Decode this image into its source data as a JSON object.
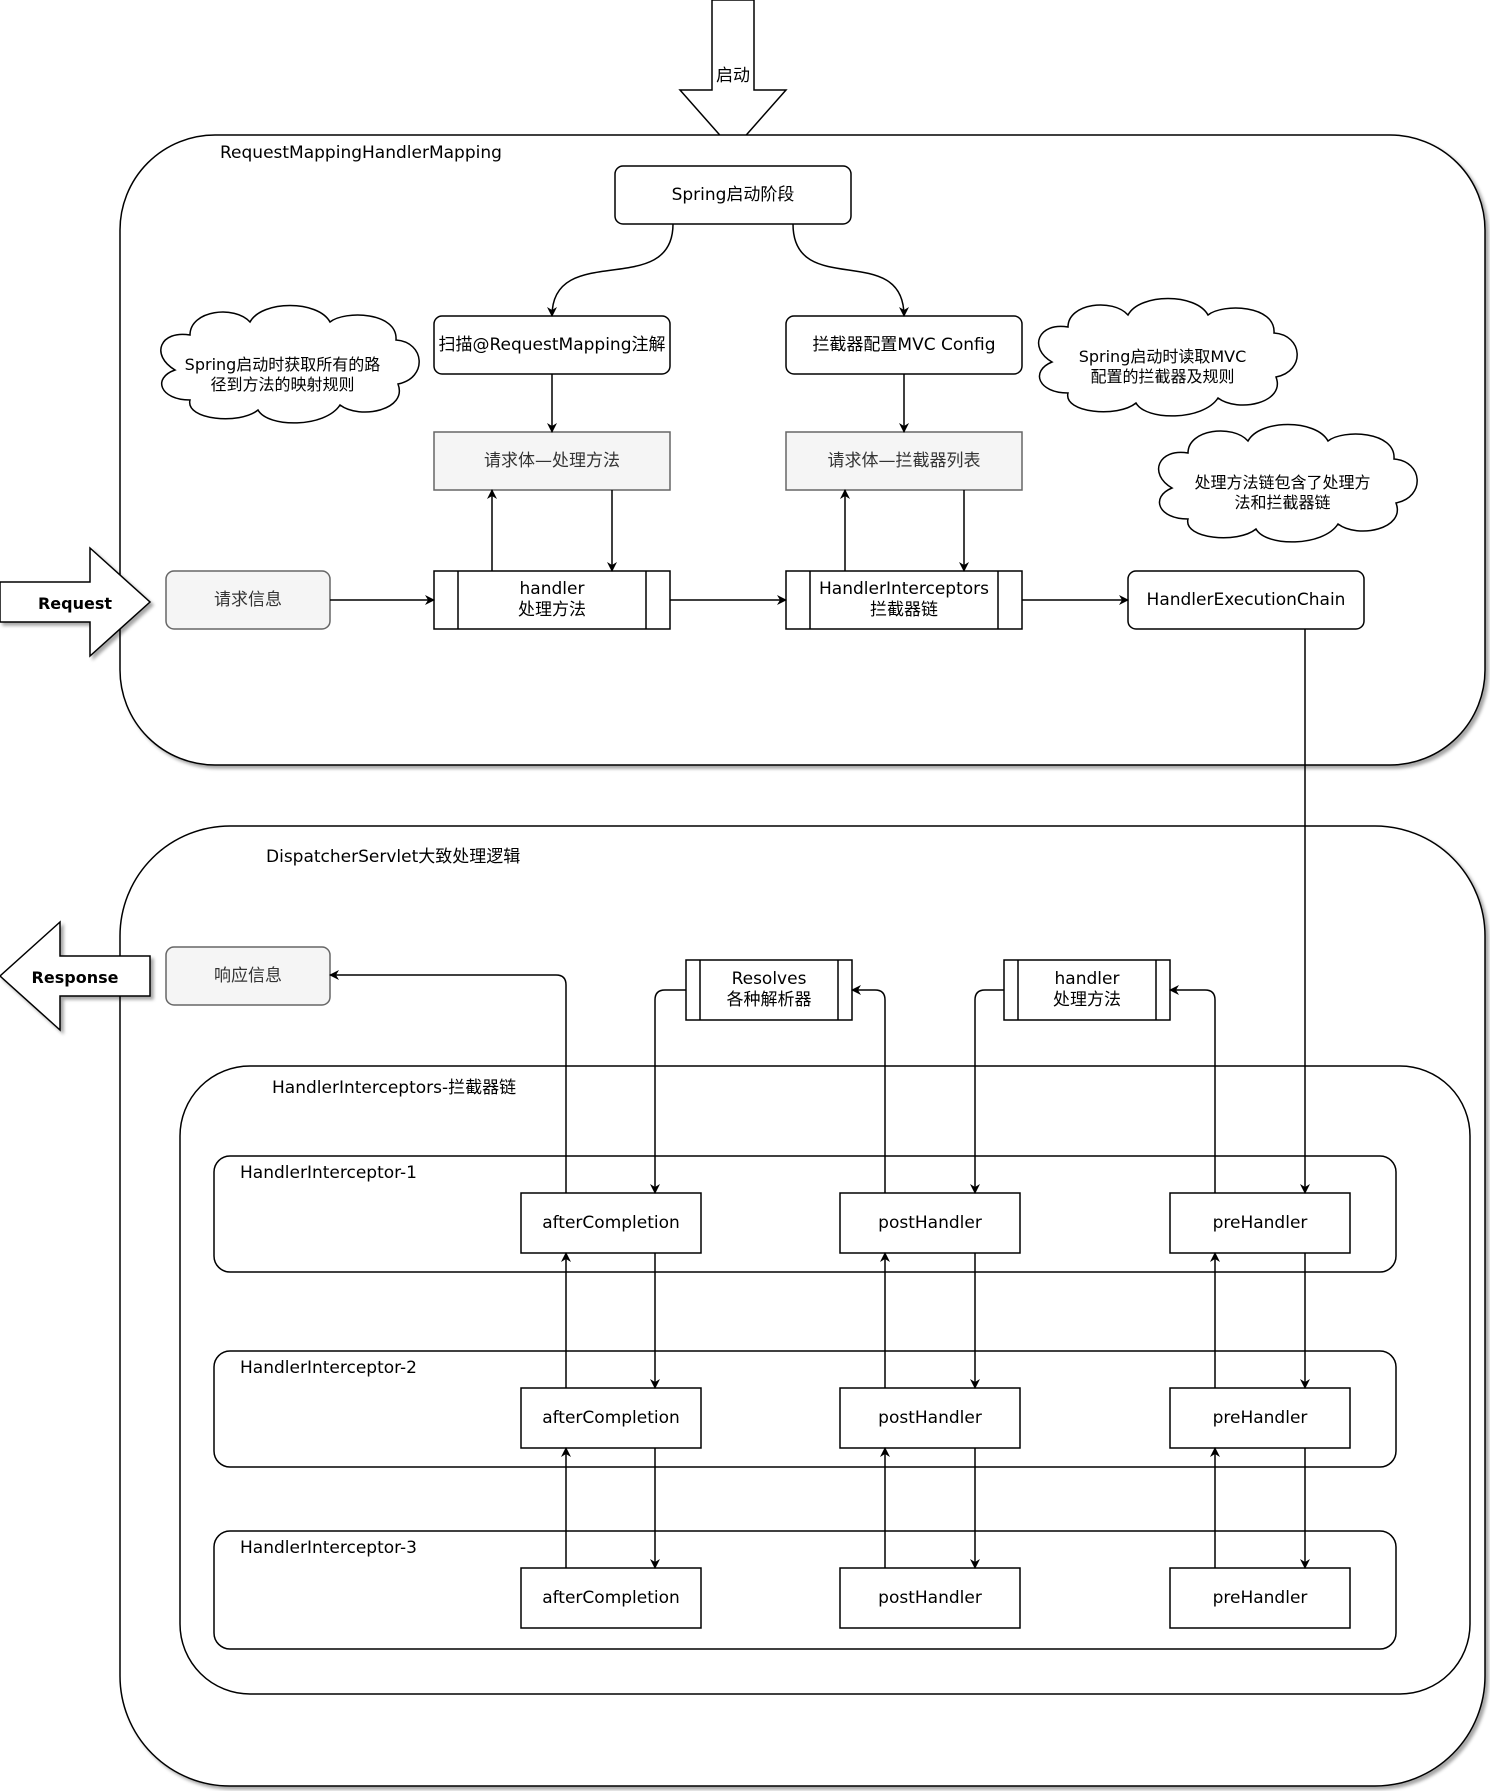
{
  "diagram": {
    "start_label": "启动",
    "top_container_title": "RequestMappingHandlerMapping",
    "spring_start": "Spring启动阶段",
    "scan_annotations": "扫描@RequestMapping注解",
    "interceptor_config": "拦截器配置MVC Config",
    "req_to_method": "请求体—处理方法",
    "req_to_interceptors": "请求体—拦截器列表",
    "request_info": "请求信息",
    "handler_method_top": "handler\n处理方法",
    "handler_interceptors_chain": "HandlerInterceptors\n拦截器链",
    "handler_execution_chain": "HandlerExecutionChain",
    "cloud_left": "Spring启动时获取所有的路\n径到方法的映射规则",
    "cloud_right": "Spring启动时读取MVC\n配置的拦截器及规则",
    "cloud_chain": "处理方法链包含了处理方\n法和拦截器链",
    "request_arrow": "Request",
    "response_arrow": "Response",
    "bottom_container_title": "DispatcherServlet大致处理逻辑",
    "response_info": "响应信息",
    "resolves": "Resolves\n各种解析器",
    "handler_method_bottom": "handler\n处理方法",
    "interceptor_chain_title": "HandlerInterceptors-拦截器链",
    "interceptors": [
      {
        "title": "HandlerInterceptor-1",
        "after": "afterCompletion",
        "post": "postHandler",
        "pre": "preHandler"
      },
      {
        "title": "HandlerInterceptor-2",
        "after": "afterCompletion",
        "post": "postHandler",
        "pre": "preHandler"
      },
      {
        "title": "HandlerInterceptor-3",
        "after": "afterCompletion",
        "post": "postHandler",
        "pre": "preHandler"
      }
    ]
  }
}
